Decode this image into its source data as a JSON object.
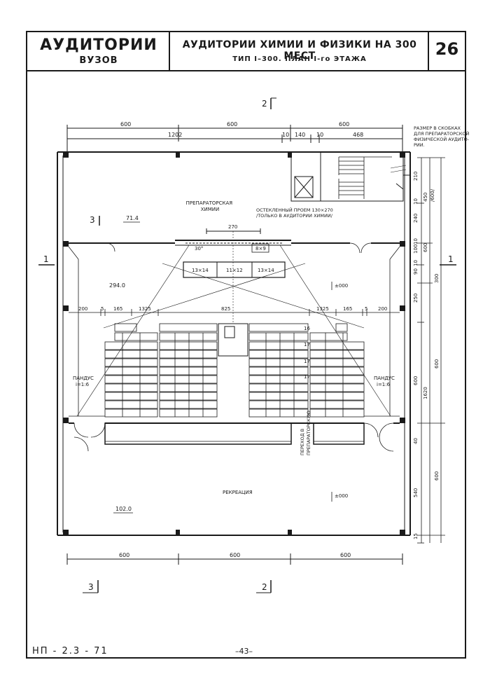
{
  "header": {
    "series_title": "АУДИТОРИИ",
    "series_sub": "ВУЗОВ",
    "sheet_title": "АУДИТОРИИ ХИМИИ И ФИЗИКИ НА 300 МЕСТ",
    "sheet_sub": "ТИП I–300.    ПЛАН I-го ЭТАЖА",
    "sheet_number": "26"
  },
  "footer": {
    "code": "НП - 2.3 - 71",
    "page": "–43–"
  },
  "plan": {
    "section_marks": {
      "top": "2",
      "bottom_left": "3",
      "bottom_mid": "2",
      "left": "1",
      "right": "1",
      "inner": "3"
    },
    "dimensions": {
      "top_row1": [
        "600",
        "600",
        "600"
      ],
      "top_row2": [
        "1202",
        "10",
        "140",
        "10",
        "468"
      ],
      "bottom_row": [
        "600",
        "600",
        "600"
      ],
      "aisle_row": [
        "200",
        "5",
        "165",
        "1325",
        "825",
        "1325",
        "165",
        "5",
        "200"
      ],
      "window": "270",
      "right_col": [
        "210",
        "10",
        "240",
        "10",
        "100",
        "10",
        "90",
        "250",
        "600",
        "40",
        "540",
        "15"
      ],
      "right_far": [
        "450",
        "/600/",
        "600",
        "300",
        "1620",
        "600",
        "600"
      ]
    },
    "rooms": {
      "prep": "ПРЕПАРАТОРСКАЯ\nХИМИИ",
      "prep_area": "71.4",
      "hall_area": "294.0",
      "rec": "РЕКРЕАЦИЯ",
      "rec_area": "102.0",
      "ramp_left": "ПАНДУС\ni=1:6",
      "ramp_right": "ПАНДУС\ni=1:6",
      "passage": "ПЕРЕХОД В\nПРЕПАРАТОРСКУЮ"
    },
    "notes": {
      "right_note": "РАЗМЕР В СКОБКАХ\nДЛЯ ПРЕПАРАТОРСКОЙ\nФИЗИЧЕСКОЙ АУДИТО-\nРИИ.",
      "glazed": "ОСТЕКЛЕННЫЙ ПРОЕМ 130×270\n/ТОЛЬКО В АУДИТОРИИ ХИМИИ/",
      "angle": "30°",
      "stand": "8×9"
    },
    "boards": [
      "13×14",
      "11×12",
      "13×14"
    ],
    "row_numbers": [
      "16",
      "17",
      "17",
      "17"
    ],
    "levels": [
      "±000",
      "±000"
    ]
  }
}
